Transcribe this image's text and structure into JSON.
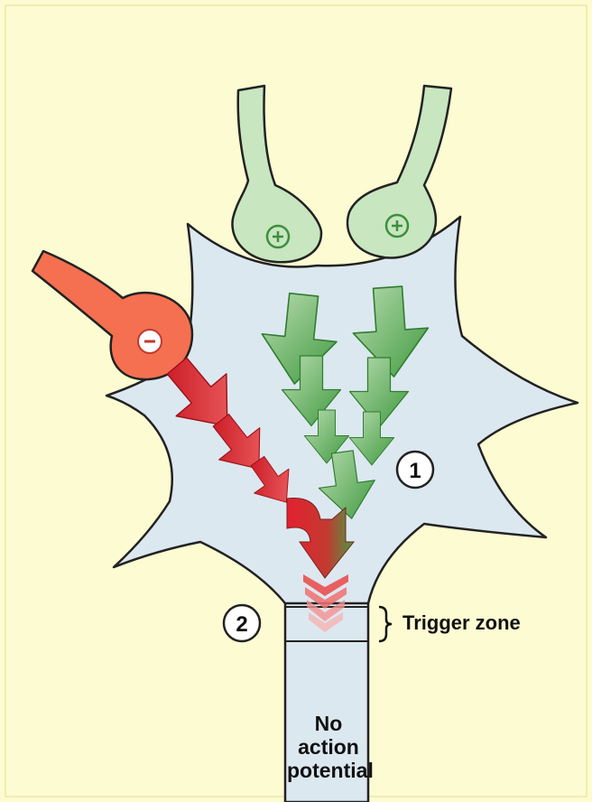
{
  "colors": {
    "background": "#fdfbd2",
    "cell_body": "#dce8f0",
    "outline": "#222222",
    "excitatory": "#c8e6c0",
    "inhibitory": "#f47050",
    "excitatory_arrow": "#4aa24a",
    "inhibitory_arrow": "#e8202c"
  },
  "synapses": {
    "excitatory": [
      {
        "sign": "+"
      },
      {
        "sign": "+"
      }
    ],
    "inhibitory": [
      {
        "sign": "-"
      }
    ]
  },
  "markers": {
    "step1": "1",
    "step2": "2"
  },
  "labels": {
    "trigger_zone": "Trigger zone",
    "result_line1": "No",
    "result_line2": "action",
    "result_line3": "potential"
  }
}
